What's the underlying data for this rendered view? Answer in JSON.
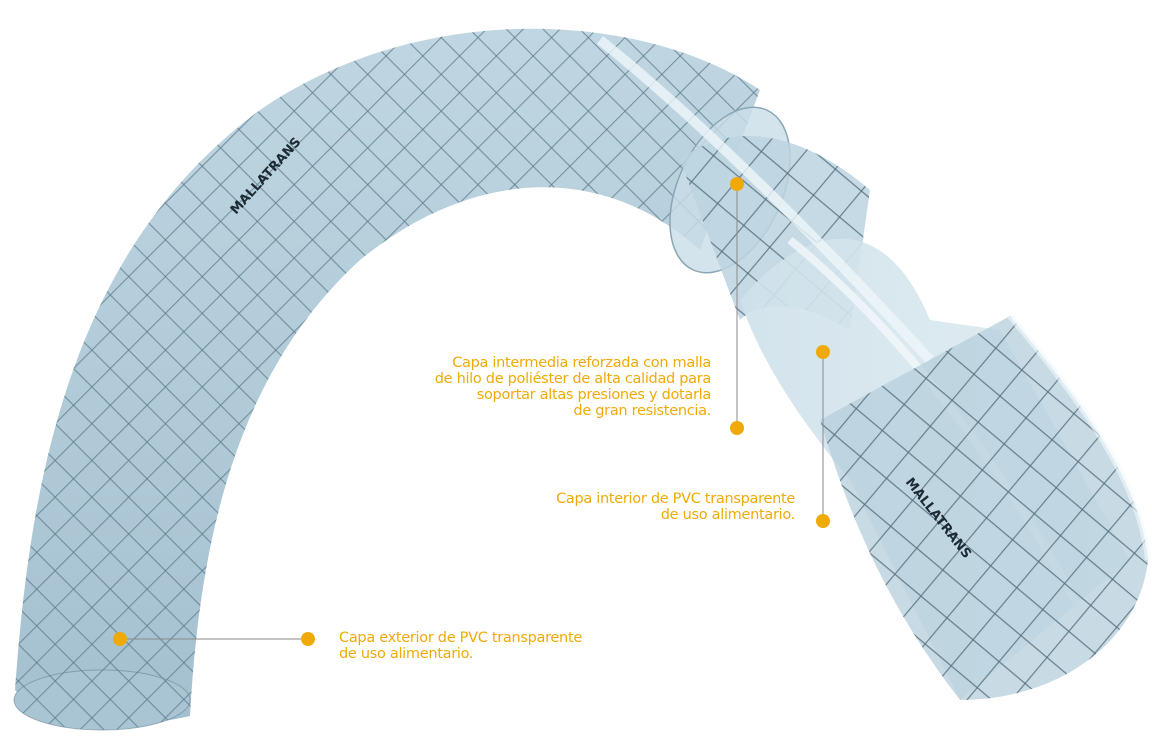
{
  "colors": {
    "accent": "#F0AA08",
    "hose_fill": "#a7c6d6",
    "mesh": "#5c7a8a",
    "leader_line": "#8a8a8a"
  },
  "brand_text": {
    "outer": "MALLATRANS",
    "inner": "MALLATRANS"
  },
  "callouts": {
    "intermediate": {
      "lines": [
        "Capa intermedia reforzada con malla",
        "de hilo de poliéster de alta calidad para",
        "soportar altas presiones y dotarla",
        "de gran resistencia."
      ]
    },
    "interior": {
      "lines": [
        "Capa interior de PVC transparente",
        "de uso alimentario."
      ]
    },
    "exterior": {
      "lines": [
        "Capa exterior de PVC transparente",
        "de uso alimentario."
      ]
    }
  }
}
